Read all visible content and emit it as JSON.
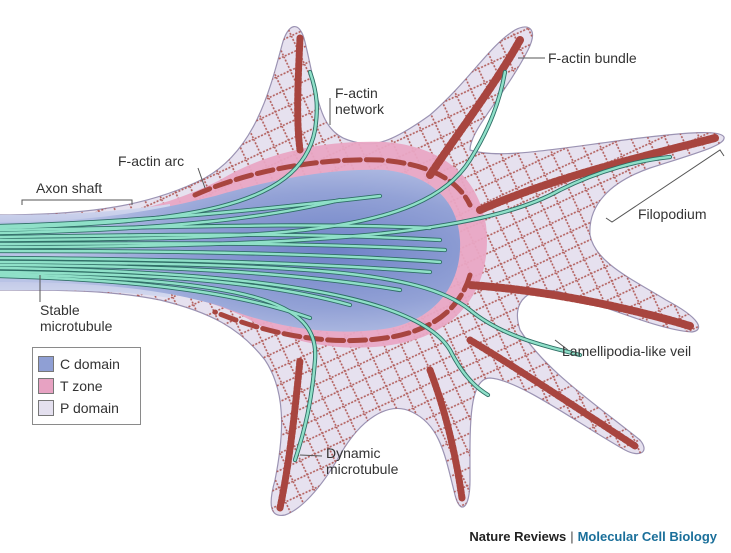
{
  "labels": {
    "f_actin_bundle": "F-actin bundle",
    "f_actin_network_1": "F-actin",
    "f_actin_network_2": "network",
    "f_actin_arc": "F-actin arc",
    "axon_shaft": "Axon shaft",
    "filopodium": "Filopodium",
    "stable_mt_1": "Stable",
    "stable_mt_2": "microtubule",
    "lamellipodia_veil": "Lamellipodia-like veil",
    "dynamic_mt_1": "Dynamic",
    "dynamic_mt_2": "microtubule"
  },
  "legend": {
    "items": [
      {
        "label": "C domain",
        "color": "#8f9fd4"
      },
      {
        "label": "T zone",
        "color": "#e7a2c2"
      },
      {
        "label": "P domain",
        "color": "#e4e0ef"
      }
    ]
  },
  "credit": {
    "journal": "Nature Reviews",
    "separator": "|",
    "section": "Molecular Cell Biology",
    "section_color": "#1a6f9a"
  },
  "colors": {
    "p_domain": "#e6e1ef",
    "t_zone": "#e9a7c4",
    "c_domain": "#8797cf",
    "actin": "#a8453f",
    "microtubule": "#8fe0c8",
    "microtubule_edge": "#2f6e66"
  }
}
